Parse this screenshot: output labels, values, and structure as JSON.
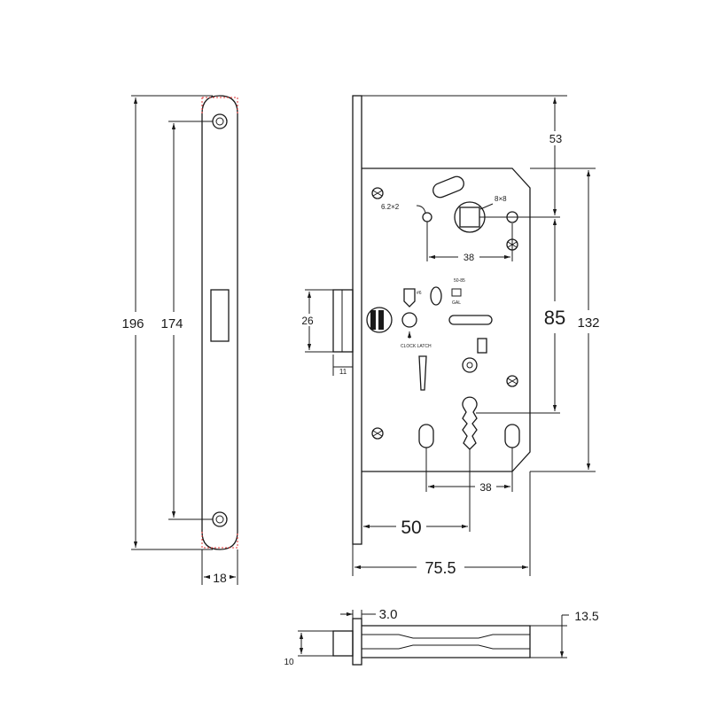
{
  "dimensions": {
    "faceplate_height": "196",
    "screw_spacing": "174",
    "faceplate_width": "18",
    "top_offset": "53",
    "follower_to_key": "85",
    "case_height": "132",
    "spindle_size": "8×8",
    "pin_size": "6.2×2",
    "upper_hole_spacing": "38",
    "lower_hole_spacing": "38",
    "latch_height": "26",
    "latch_projection": "11",
    "backset": "50",
    "case_depth": "75.5",
    "plate_thickness": "3.0",
    "case_thickness": "13.5",
    "bolt_thickness": "10"
  },
  "case_markings": {
    "model_range": "50-85",
    "label_a": "#6",
    "label_b": "CLOCK LATCH",
    "label_c": "GAL"
  }
}
